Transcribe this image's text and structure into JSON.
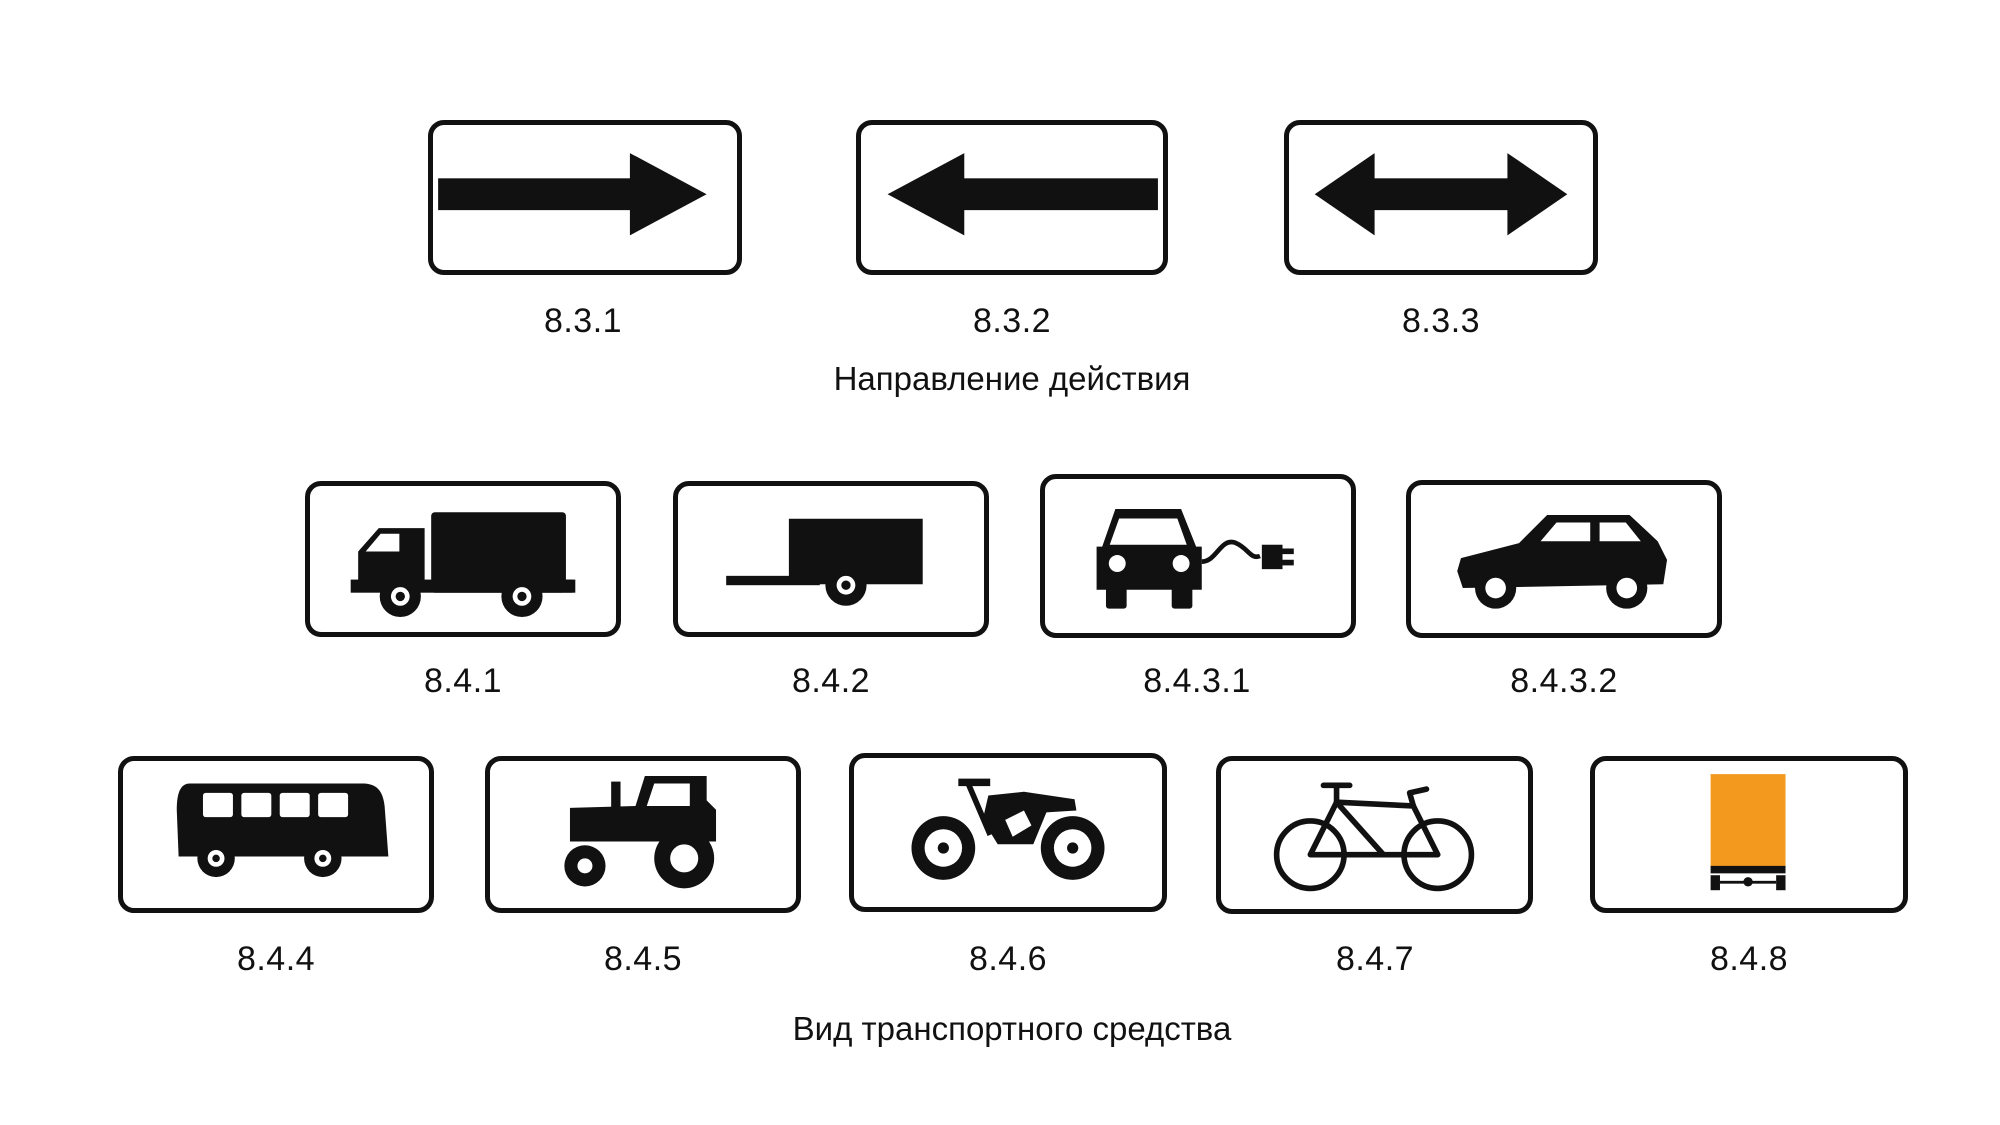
{
  "direction_group": {
    "caption": "Направление действия",
    "signs": [
      {
        "code": "8.3.1",
        "icon": "arrow-right-icon"
      },
      {
        "code": "8.3.2",
        "icon": "arrow-left-icon"
      },
      {
        "code": "8.3.3",
        "icon": "arrow-both-icon"
      }
    ]
  },
  "vehicle_group": {
    "caption": "Вид транспортного средства",
    "signs": [
      {
        "code": "8.4.1",
        "icon": "truck-icon"
      },
      {
        "code": "8.4.2",
        "icon": "trailer-icon"
      },
      {
        "code": "8.4.3.1",
        "icon": "electric-car-icon"
      },
      {
        "code": "8.4.3.2",
        "icon": "car-icon"
      },
      {
        "code": "8.4.4",
        "icon": "bus-icon"
      },
      {
        "code": "8.4.5",
        "icon": "tractor-icon"
      },
      {
        "code": "8.4.6",
        "icon": "motorcycle-icon"
      },
      {
        "code": "8.4.7",
        "icon": "bicycle-icon"
      },
      {
        "code": "8.4.8",
        "icon": "dangerous-goods-plate-icon"
      }
    ]
  },
  "colors": {
    "ink": "#111111",
    "hazard_orange": "#f39a1e"
  }
}
